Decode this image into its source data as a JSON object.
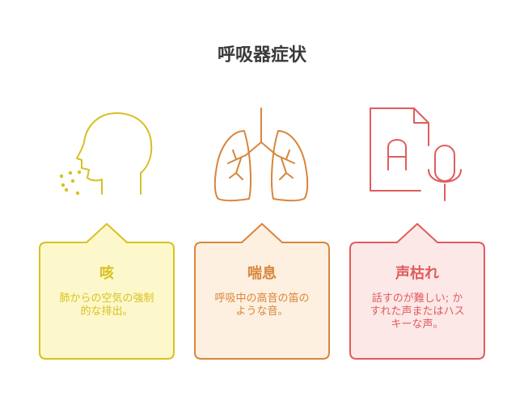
{
  "title": "呼吸器症状",
  "cards": [
    {
      "title": "咳",
      "description": "肺からの空気の強制\n的な排出。",
      "color": "#d8c021",
      "fill": "#fdf8cb",
      "icon": "coughing-head-icon"
    },
    {
      "title": "喘息",
      "description": "呼吸中の高音の笛の\nような音。",
      "color": "#d9853a",
      "fill": "#fdf0e0",
      "icon": "lungs-icon"
    },
    {
      "title": "声枯れ",
      "description": "話すのが難しい; か\nすれた声またはハス\nキーな声。",
      "color": "#e05c5c",
      "fill": "#fde8e8",
      "icon": "voice-document-microphone-icon"
    }
  ]
}
